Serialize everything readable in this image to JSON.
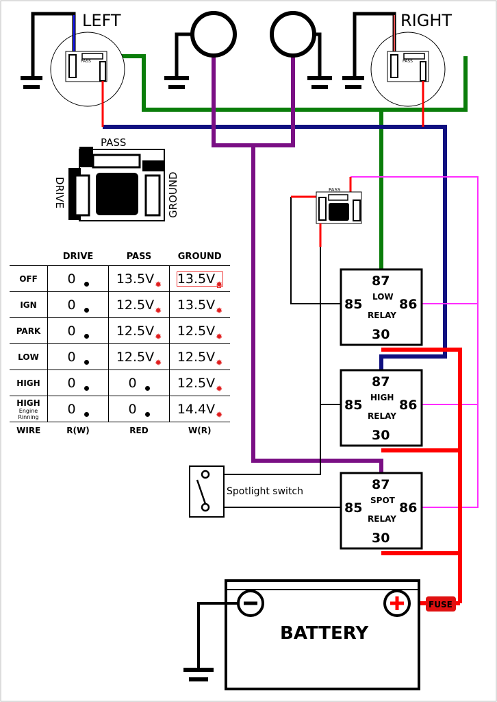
{
  "headlights": {
    "left": "LEFT",
    "right": "RIGHT"
  },
  "connector_labels": {
    "pass": "PASS",
    "drive": "DRIVE",
    "ground": "GROUND"
  },
  "relays": [
    {
      "name": "LOW",
      "sub": "RELAY",
      "p87": "87",
      "p85": "85",
      "p86": "86",
      "p30": "30"
    },
    {
      "name": "HIGH",
      "sub": "RELAY",
      "p87": "87",
      "p85": "85",
      "p86": "86",
      "p30": "30"
    },
    {
      "name": "SPOT",
      "sub": "RELAY",
      "p87": "87",
      "p85": "85",
      "p86": "86",
      "p30": "30"
    }
  ],
  "switch_label": "Spotlight switch",
  "battery": {
    "label": "BATTERY",
    "fuse": "FUSE"
  },
  "table": {
    "headers": [
      "",
      "DRIVE",
      "PASS",
      "GROUND"
    ],
    "rows": [
      {
        "label": "OFF",
        "sub": "",
        "drive": "0",
        "pass": "13.5V",
        "ground": "13.5V"
      },
      {
        "label": "IGN",
        "sub": "",
        "drive": "0",
        "pass": "12.5V",
        "ground": "13.5V"
      },
      {
        "label": "PARK",
        "sub": "",
        "drive": "0",
        "pass": "12.5V",
        "ground": "12.5V"
      },
      {
        "label": "LOW",
        "sub": "",
        "drive": "0",
        "pass": "12.5V",
        "ground": "12.5V"
      },
      {
        "label": "HIGH",
        "sub": "",
        "drive": "0",
        "pass": "0",
        "ground": "12.5V"
      },
      {
        "label": "HIGH",
        "sub": "Engine Rinning",
        "drive": "0",
        "pass": "0",
        "ground": "14.4V"
      }
    ],
    "footer": {
      "label": "WIRE",
      "drive": "R(W)",
      "pass": "RED",
      "ground": "W(R)"
    }
  },
  "colors": {
    "green": "#0a7d0a",
    "navy": "#101080",
    "purple": "#7a0f84",
    "red": "#ff0000",
    "magenta": "#ff2cff",
    "black": "#000000"
  }
}
